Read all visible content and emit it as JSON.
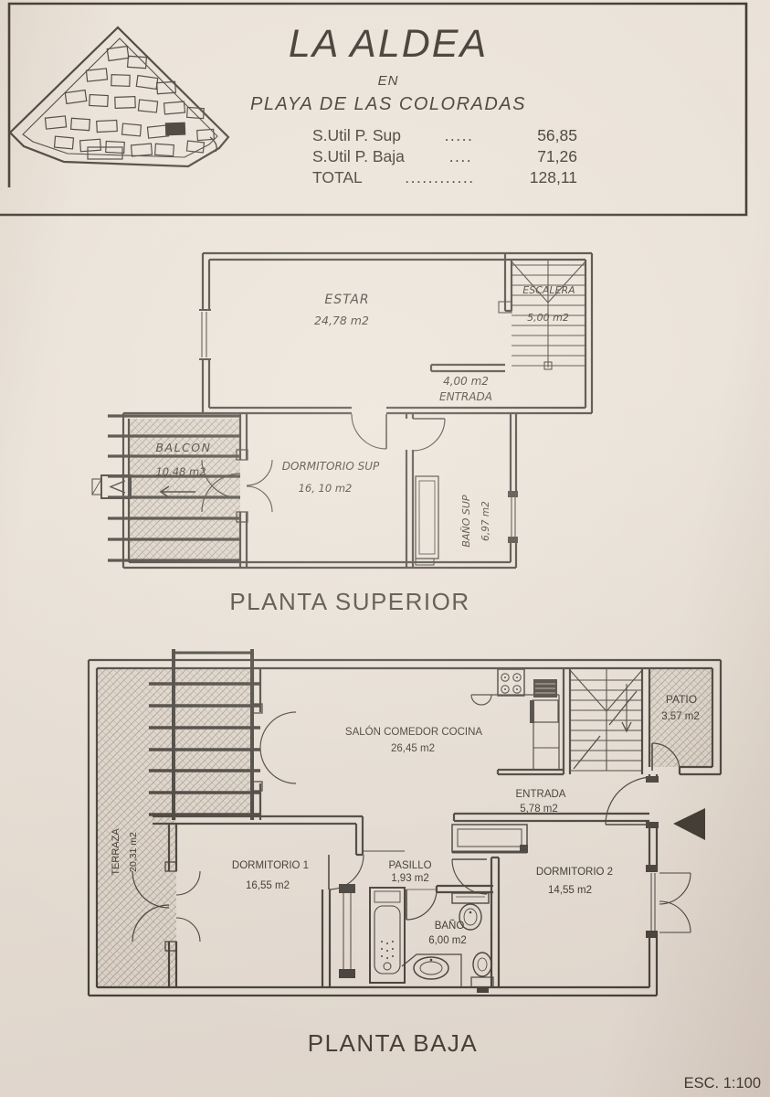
{
  "header": {
    "title": "LA ALDEA",
    "preposition": "EN",
    "location": "PLAYA DE LAS COLORADAS",
    "areas": [
      {
        "label": "S.Util P. Sup",
        "dots": ".....",
        "value": "56,85"
      },
      {
        "label": "S.Util P. Baja",
        "dots": "....",
        "value": "71,26"
      },
      {
        "label": "TOTAL",
        "dots": "............",
        "value": "128,11"
      }
    ]
  },
  "upper_floor": {
    "title": "PLANTA SUPERIOR",
    "rooms": {
      "estar": {
        "name": "ESTAR",
        "area": "24,78 m2"
      },
      "escalera": {
        "name": "ESCALERA",
        "area": "5,00 m2"
      },
      "entrada": {
        "name": "ENTRADA",
        "area": "4,00 m2"
      },
      "balcon": {
        "name": "BALCON",
        "area": "10,48 m2"
      },
      "dormitorio_sup": {
        "name": "DORMITORIO SUP",
        "area": "16, 10 m2"
      },
      "bano_sup": {
        "name": "BAÑO SUP",
        "area": "6,97 m2"
      }
    }
  },
  "lower_floor": {
    "title": "PLANTA BAJA",
    "rooms": {
      "salon": {
        "name": "SALÓN COMEDOR COCINA",
        "area": "26,45 m2"
      },
      "patio": {
        "name": "PATIO",
        "area": "3,57 m2"
      },
      "entrada": {
        "name": "ENTRADA",
        "area": "5,78 m2"
      },
      "terraza": {
        "name": "TERRAZA",
        "area": "20,31 m2"
      },
      "dormitorio1": {
        "name": "DORMITORIO 1",
        "area": "16,55 m2"
      },
      "pasillo": {
        "name": "PASILLO",
        "area": "1,93 m2"
      },
      "bano": {
        "name": "BAÑO",
        "area": "6,00 m2"
      },
      "dormitorio2": {
        "name": "DORMITORIO 2",
        "area": "14,55 m2"
      }
    }
  },
  "footer": {
    "scale": "ESC. 1:100"
  },
  "colors": {
    "ink": "#46403a",
    "paper": "#e7dfd5"
  }
}
